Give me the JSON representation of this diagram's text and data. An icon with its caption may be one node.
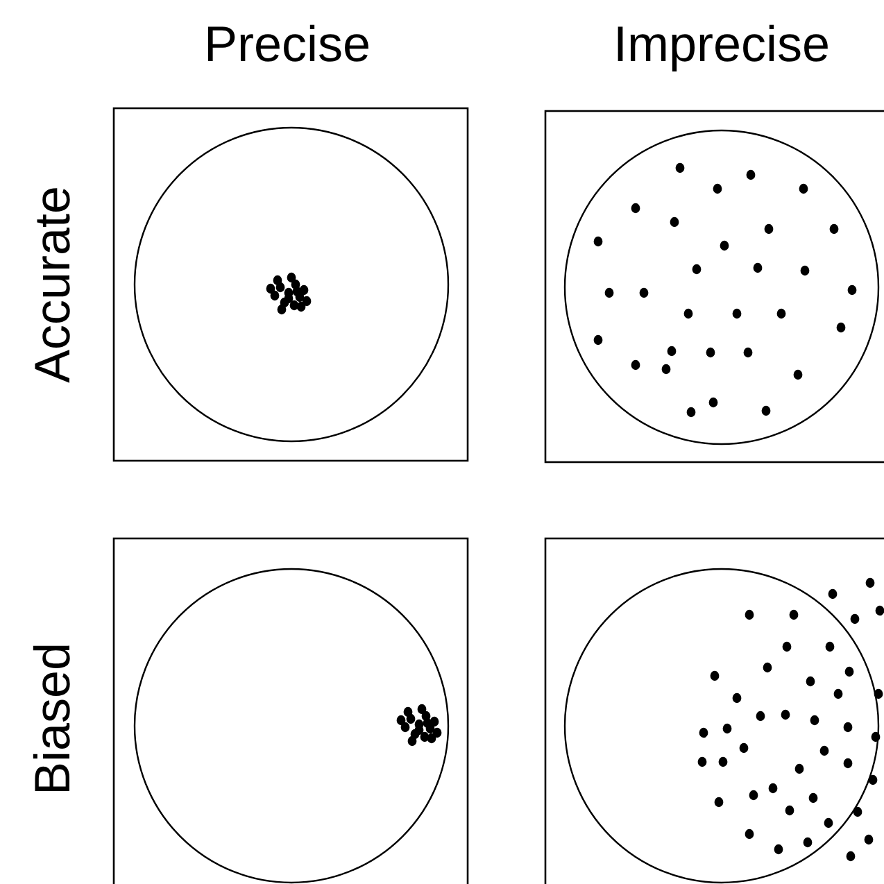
{
  "diagram": {
    "labels": [
      "Precise",
      "Imprecise",
      "Accurate",
      "Biased"
    ]
  }
}
